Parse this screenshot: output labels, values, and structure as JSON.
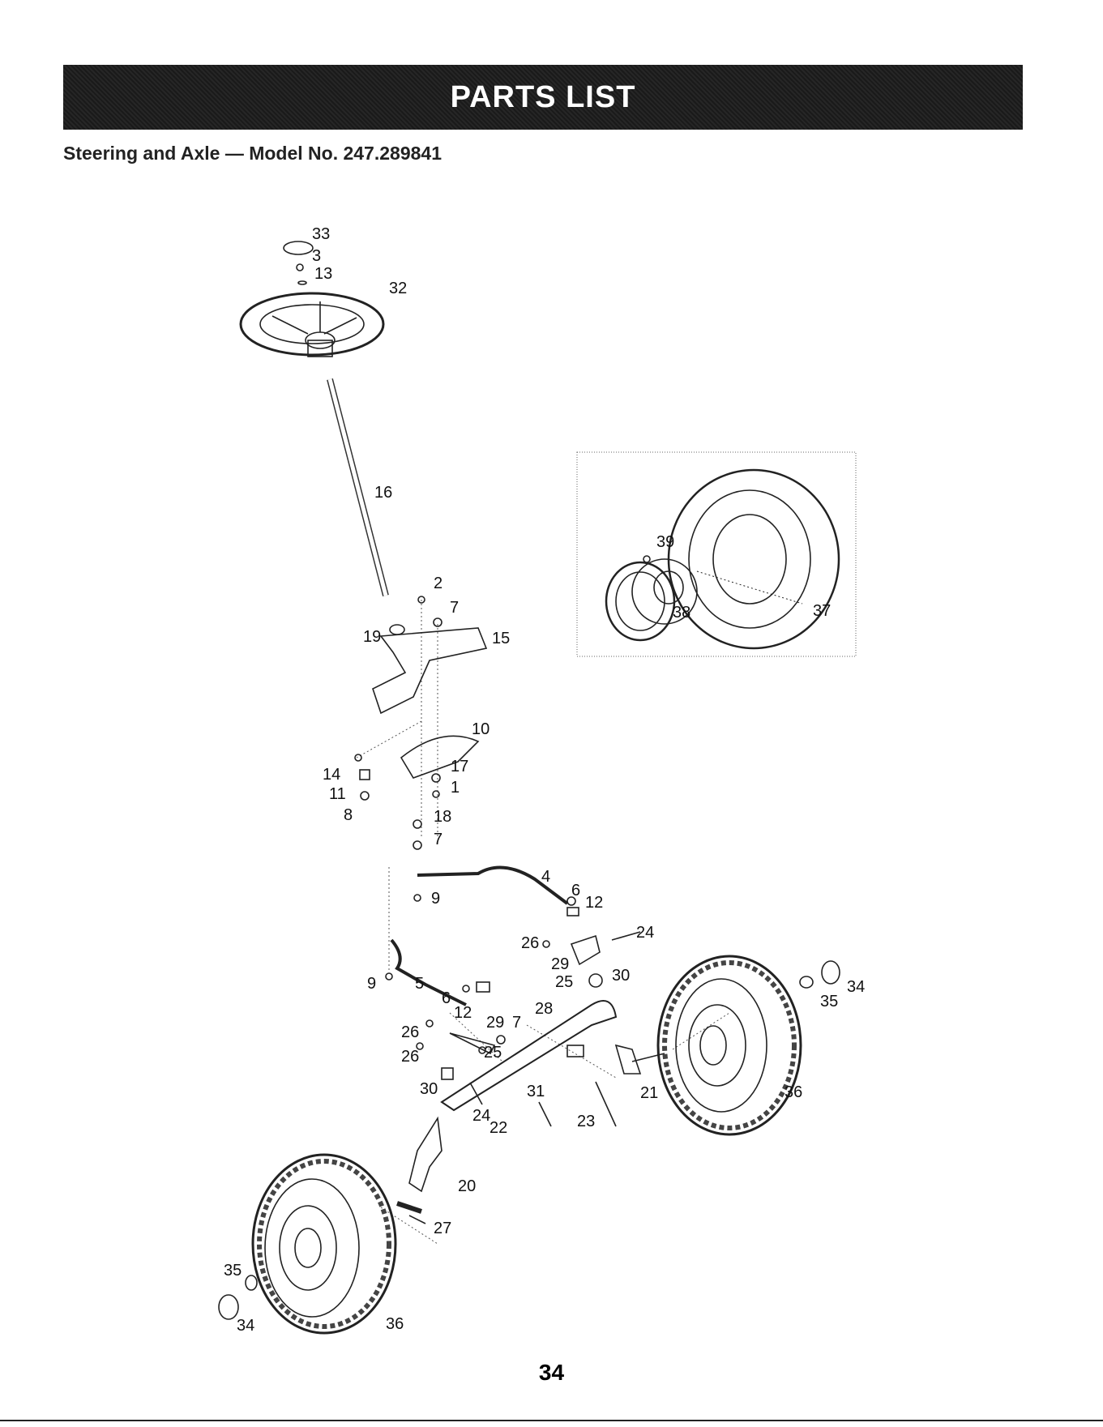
{
  "header": {
    "title": "PARTS LIST"
  },
  "subtitle": "Steering and Axle — Model No. 247.289841",
  "callouts": [
    "33",
    "3",
    "13",
    "32",
    "16",
    "2",
    "7",
    "19",
    "15",
    "10",
    "14",
    "17",
    "11",
    "1",
    "8",
    "18",
    "7",
    "4",
    "9",
    "6",
    "12",
    "26",
    "24",
    "29",
    "30",
    "25",
    "9",
    "5",
    "6",
    "12",
    "28",
    "29",
    "7",
    "26",
    "25",
    "26",
    "30",
    "31",
    "21",
    "23",
    "24",
    "22",
    "20",
    "27",
    "35",
    "34",
    "36",
    "34",
    "35",
    "36",
    "39",
    "37",
    "38"
  ],
  "page_number": "34"
}
